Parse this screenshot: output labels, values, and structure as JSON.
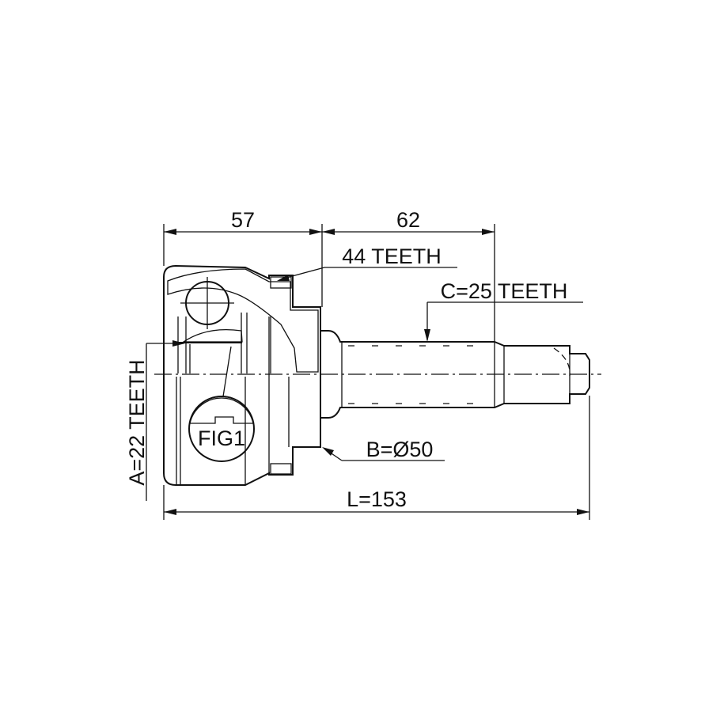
{
  "dimensions": {
    "bell_length": "57",
    "shaft_length": "62",
    "outer_teeth": "44 TEETH",
    "shaft_teeth": "C=25 TEETH",
    "seal_diameter": "B=Ø50",
    "total_length": "L=153",
    "inner_teeth": "A=22 TEETH"
  },
  "figure_label": "FIG1"
}
